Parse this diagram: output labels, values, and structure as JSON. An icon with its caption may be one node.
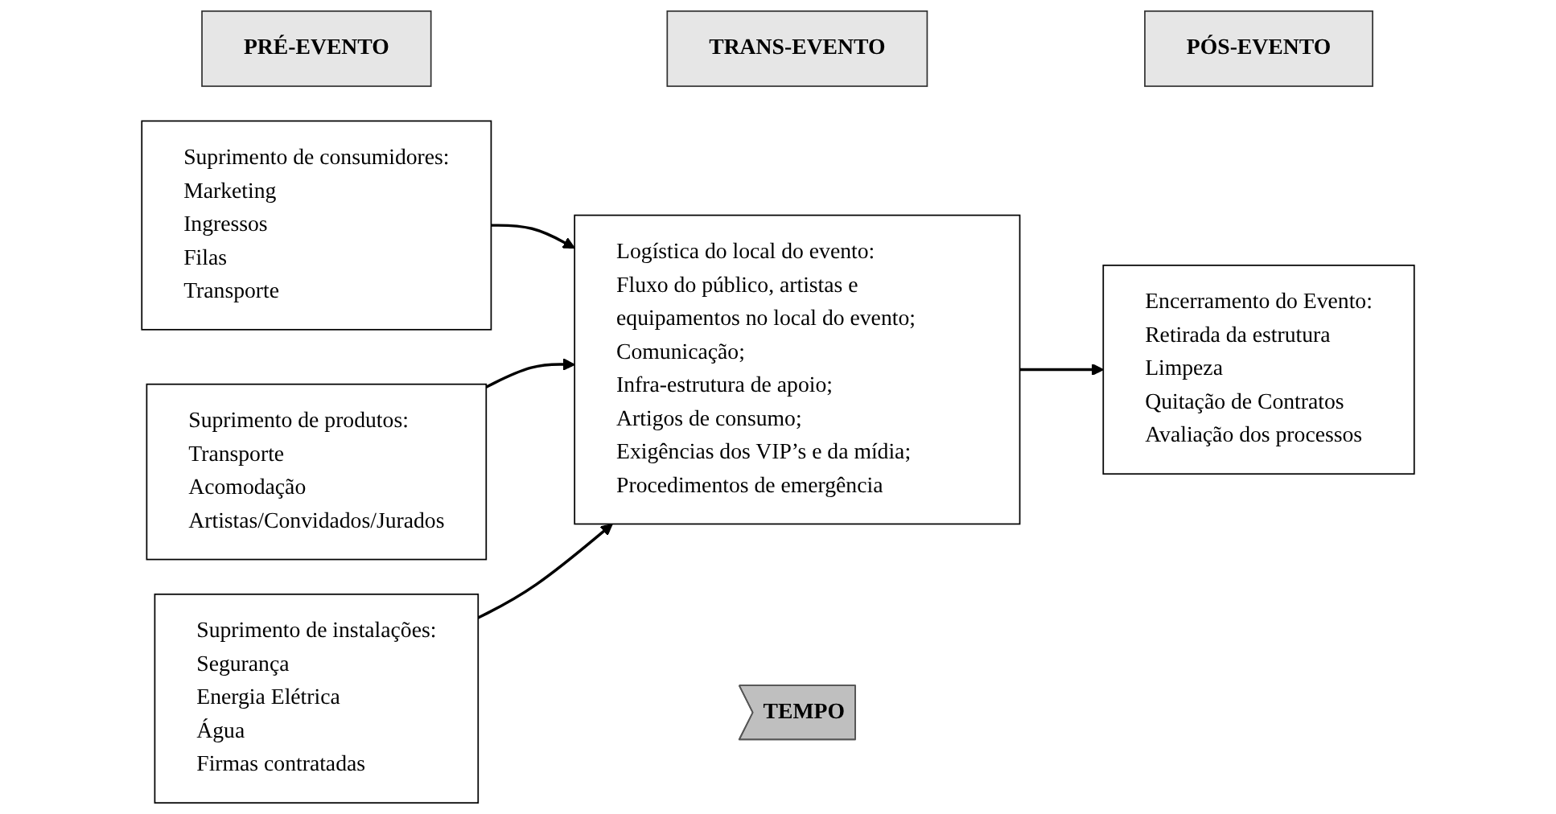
{
  "diagram": {
    "nodes": [
      {
        "text": [
          "PRÉ-EVENTO"
        ]
      },
      {
        "text": [
          "TRANS-EVENTO"
        ]
      },
      {
        "text": [
          "PÓS-EVENTO"
        ]
      },
      {
        "text": [
          "Suprimento de consumidores:",
          "Marketing",
          "Ingressos",
          "Filas",
          "Transporte"
        ]
      },
      {
        "text": [
          "Suprimento de produtos:",
          "Transporte",
          "Acomodação",
          "Artistas/Convidados/Jurados"
        ]
      },
      {
        "text": [
          "Suprimento de instalações:",
          "Segurança",
          "Energia Elétrica",
          "Água",
          "Firmas contratadas"
        ]
      },
      {
        "text": [
          "Logística do local do evento:",
          "Fluxo do público, artistas e equipamentos no local do evento;",
          "Comunicação;",
          "Infra-estrutura de apoio;",
          "Artigos de consumo;",
          "Exigências dos VIP’s e da mídia;",
          "Procedimentos de emergência"
        ]
      },
      {
        "text": [
          "Encerramento do Evento:",
          "Retirada da estrutura",
          "Limpeza",
          "Quitação de Contratos",
          "Avaliação dos processos"
        ]
      },
      {
        "text": [
          "TEMPO"
        ]
      }
    ],
    "edges": [
      {
        "from": 3,
        "to": 6,
        "arrow": "to"
      },
      {
        "from": 4,
        "to": 6,
        "arrow": "to"
      },
      {
        "from": 5,
        "to": 6,
        "arrow": "to"
      },
      {
        "from": 6,
        "to": 7,
        "arrow": "to"
      }
    ]
  }
}
